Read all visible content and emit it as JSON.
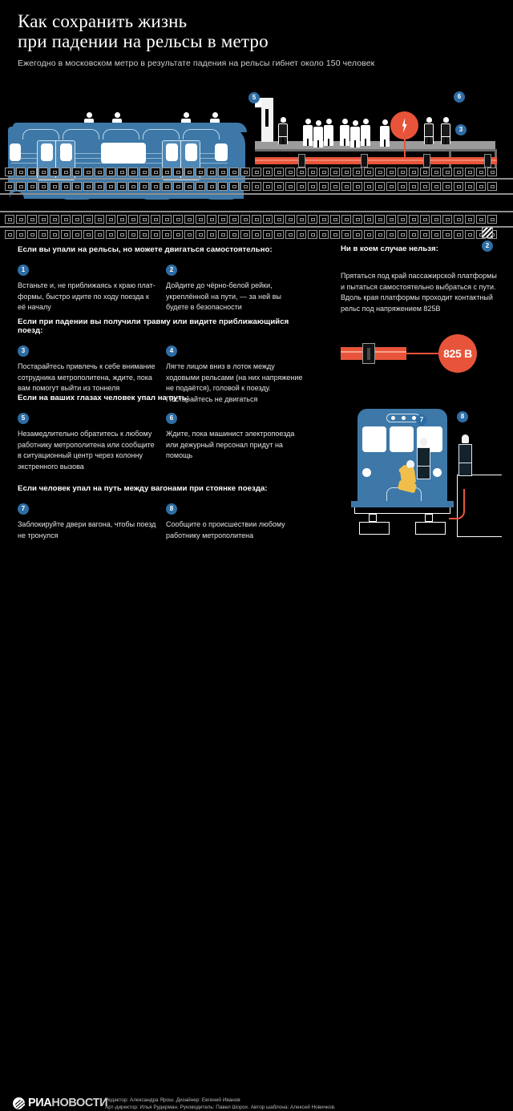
{
  "header": {
    "title_line1": "Как сохранить жизнь",
    "title_line2": "при падении на рельсы в метро",
    "subtitle": "Ежегодно в московском метро в результате падения на рельсы гибнет около 150 человек"
  },
  "illustration": {
    "bolt_icon": "lightning-bolt-icon",
    "markers": [
      {
        "id": "1",
        "label": "1"
      },
      {
        "id": "2",
        "label": "2"
      },
      {
        "id": "3",
        "label": "3"
      },
      {
        "id": "4",
        "label": "4"
      },
      {
        "id": "5",
        "label": "5"
      },
      {
        "id": "6",
        "label": "6"
      }
    ],
    "front_view_markers": [
      {
        "id": "7",
        "label": "7"
      },
      {
        "id": "8",
        "label": "8"
      }
    ]
  },
  "sections": [
    {
      "title": "Если вы упали на рельсы, но можете двигаться самостоятельно:",
      "items": [
        {
          "num": "1",
          "text": "Встаньте и, не приближаясь к краю плат­формы, быстро идите по ходу поезда к её началу"
        },
        {
          "num": "2",
          "text": "Дойдите до чёрно-белой рейки, укреплённой на пути, — за ней вы будете в безопасности"
        }
      ]
    },
    {
      "title": "Если при падении вы получили травму или видите приближающийся поезд:",
      "items": [
        {
          "num": "3",
          "text": "Постарайтесь привлечь к себе внимание сотрудника метрополитена, ждите, пока вам помогут выйти из тоннеля"
        },
        {
          "num": "4",
          "text": "Лягте лицом вниз в лоток между ходовыми рельсами (на них напряжение не подаётся), головой к поезду. Постарайтесь не двигаться"
        }
      ]
    },
    {
      "title": "Если на ваших глазах человек упал на путь:",
      "items": [
        {
          "num": "5",
          "text": "Незамедлительно обратитесь к любому работнику метрополитена или сообщите в ситуационный центр через колонну экстренного вызова"
        },
        {
          "num": "6",
          "text": "Ждите, пока машинист электропоезда или дежурный персонал придут на помощь"
        }
      ]
    },
    {
      "title": "Если человек упал на путь между вагонами при стоянке поезда:",
      "items": [
        {
          "num": "7",
          "text": "Заблокируйте двери вагона, чтобы поезд не тронулся"
        },
        {
          "num": "8",
          "text": "Сообщите о происшествии любому работнику метрополитена"
        }
      ]
    }
  ],
  "warning": {
    "title": "Ни в коем случае нельзя:",
    "text": "Прятаться под край пассажирской платформы и пытаться самостоятельно выбраться с пути. Вдоль края платформы проходит контактный рельс под напряжением 825В",
    "voltage_badge": "825 В"
  },
  "footer": {
    "logo_bold": "РИА",
    "logo_light": "НОВОСТИ",
    "credits_line1": "Редактор: Александра Ярош. Дизайнер: Евгений Иванов",
    "credits_line2": "Арт-директор: Илья Рудерман. Руководитель: Павел Шорох. Автор шаблона: Алексей Новичков."
  },
  "colors": {
    "background": "#000000",
    "train_blue": "#3d78a8",
    "marker_blue": "#2e6da4",
    "danger_orange": "#e8543a",
    "figure_yellow": "#f0bf4b",
    "platform_gray": "#9b9b9b"
  }
}
